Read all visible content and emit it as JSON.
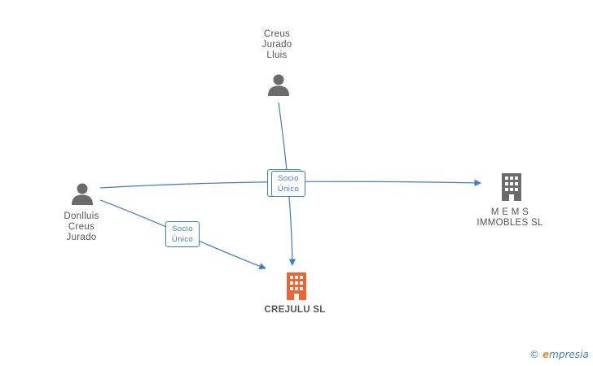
{
  "nodes": {
    "creus_jurado_lluis": {
      "lines": [
        "Creus",
        "Jurado",
        "Lluis"
      ],
      "kind": "person"
    },
    "donlluis_creus_jurado": {
      "lines": [
        "Donlluis",
        "Creus",
        "Jurado"
      ],
      "kind": "person"
    },
    "mems_immobles": {
      "lines": [
        "M E M S",
        "IMMOBLES SL"
      ],
      "kind": "company"
    },
    "crejulu": {
      "lines": [
        "CREJULU SL"
      ],
      "kind": "company-main"
    }
  },
  "edges": [
    {
      "from": "creus_jurado_lluis",
      "to": "crejulu",
      "label_lines": [
        "Socio",
        "Único"
      ]
    },
    {
      "from": "donlluis_creus_jurado",
      "to": "mems_immobles",
      "label_lines": [
        "Socio",
        "Único"
      ]
    },
    {
      "from": "donlluis_creus_jurado",
      "to": "crejulu",
      "label_lines": [
        "Socio",
        "Único"
      ]
    }
  ],
  "colors": {
    "edge": "#3d7cc9",
    "person_icon": "#6b6b6b",
    "company_icon": "#6b6b6b",
    "main_company_icon": "#f0652f"
  },
  "watermark": {
    "copyright": "©",
    "brand_initial": "e",
    "brand_rest": "mpresia"
  }
}
